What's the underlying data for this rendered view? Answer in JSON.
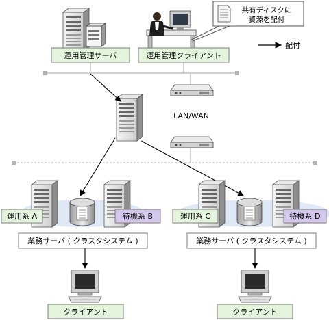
{
  "nodes": {
    "mgmt_server": "運用管理サーバ",
    "mgmt_client": "運用管理クライアント",
    "network": "LAN/WAN",
    "active_a": "運用系 A",
    "standby_b": "待機系 B",
    "active_c": "運用系 C",
    "standby_d": "待機系 D",
    "cluster_left": "業務サーバ ( クラスタシステム )",
    "cluster_right": "業務サーバ ( クラスタシステム )",
    "client_left": "クライアント",
    "client_right": "クライアント"
  },
  "callout": {
    "line1": "共有ディスクに",
    "line2": "資源を配付"
  },
  "legend": {
    "label": "配付"
  },
  "colors": {
    "label_fill": "#e4f3dc",
    "standby_fill": "#d4c7ec",
    "cluster_ellipse": "#dfe9f6",
    "line_gray": "#b4b4b4"
  }
}
